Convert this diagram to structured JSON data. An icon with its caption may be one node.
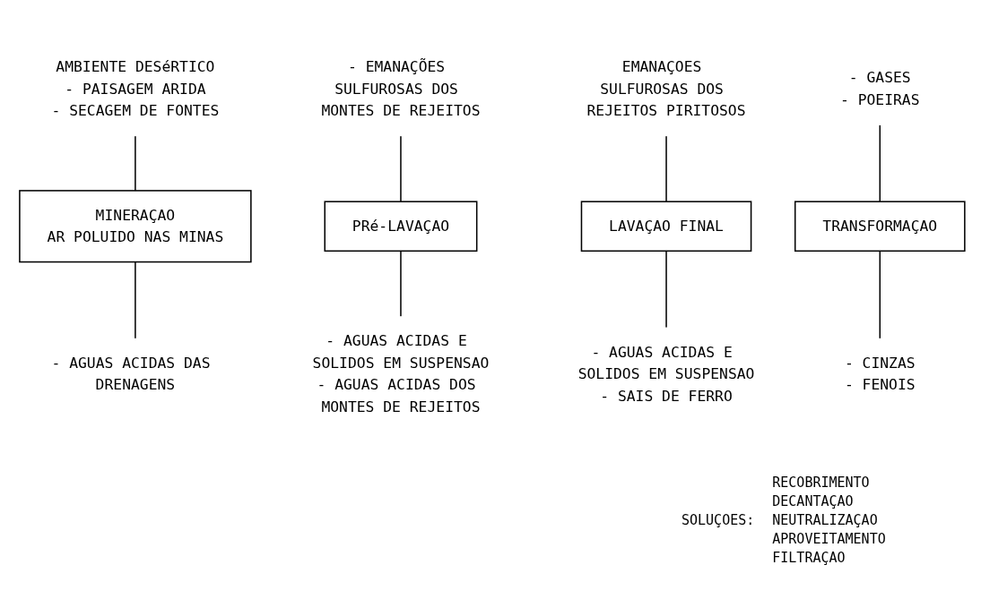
{
  "diagram": {
    "nodes": [
      {
        "text": [
          "AMBIENTE DESéRTICO",
          "- PAISAGEM ARIDA",
          "- SECAGEM DE FONTES"
        ]
      },
      {
        "text": [
          "- EMANAÇÕES SULFUROSAS DOS MONTES DE REJEITOS"
        ]
      },
      {
        "text": [
          "EMANAÇOES SULFUROSAS DOS REJEITOS PIRITOSOS"
        ]
      },
      {
        "text": [
          "- GASES",
          "- POEIRAS"
        ]
      },
      {
        "text": [
          "MINERAÇAO",
          "AR POLUIDO NAS MINAS"
        ]
      },
      {
        "text": [
          "PRé-LAVAÇAO"
        ]
      },
      {
        "text": [
          "LAVAÇAO FINAL"
        ]
      },
      {
        "text": [
          "TRANSFORMAÇAO"
        ]
      },
      {
        "text": [
          "- AGUAS ACIDAS DAS DRENAGENS"
        ]
      },
      {
        "text": [
          "- AGUAS ACIDAS E SOLIDOS EM SUSPENSAO",
          "- AGUAS ACIDAS DOS MONTES DE REJEITOS"
        ]
      },
      {
        "text": [
          "- AGUAS ACIDAS E SOLIDOS EM SUSPENSAO",
          "- SAIS DE FERRO"
        ]
      },
      {
        "text": [
          "- CINZAS",
          "- FENOIS"
        ]
      }
    ],
    "edges": [
      {
        "from": 0,
        "to": 4,
        "arrow": "none"
      },
      {
        "from": 1,
        "to": 5,
        "arrow": "none"
      },
      {
        "from": 2,
        "to": 6,
        "arrow": "none"
      },
      {
        "from": 3,
        "to": 7,
        "arrow": "none"
      },
      {
        "from": 4,
        "to": 8,
        "arrow": "none"
      },
      {
        "from": 5,
        "to": 9,
        "arrow": "none"
      },
      {
        "from": 6,
        "to": 10,
        "arrow": "none"
      },
      {
        "from": 7,
        "to": 11,
        "arrow": "none"
      }
    ],
    "labels": [
      "SOLUÇOES:",
      "RECOBRIMENTO",
      "DECANTAÇAO",
      "NEUTRALIZAÇAO",
      "APROVEITAMENTO",
      "FILTRAÇAO"
    ]
  }
}
